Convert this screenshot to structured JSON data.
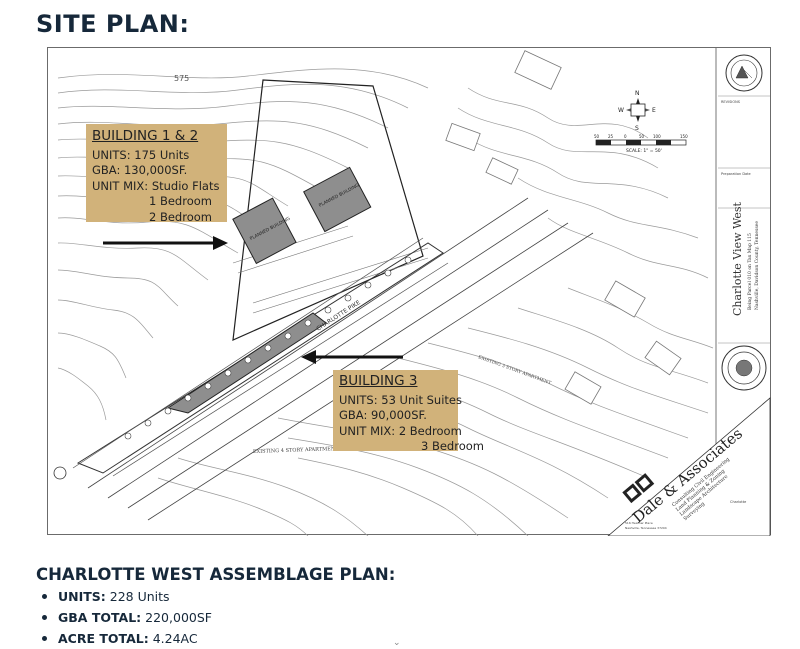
{
  "page": {
    "title": "SITE PLAN:"
  },
  "site_plan": {
    "contour_label": "575",
    "north_arrow_letters": {
      "n": "N",
      "e": "E",
      "s": "S",
      "w": "W"
    },
    "scale_label": "SCALE: 1\" = 50'",
    "scale_ticks": [
      "50",
      "25",
      "0",
      "50",
      "100",
      "150"
    ],
    "road_labels": {
      "charlotte_pike": "CHARLOTTE PIKE",
      "existing_apartment": "EXISTING 4 STORY APARTMENT",
      "existing_apartment_right": "EXISTING 3 STORY APARTMENT"
    },
    "building_labels": {
      "b1": "PLANNED BUILDING",
      "b2": "PLANNED BUILDING"
    },
    "callout_b12": {
      "title": "BUILDING 1 & 2",
      "units": "UNITS: 175 Units",
      "gba": "GBA: 130,000SF.",
      "mix": "UNIT MIX: Studio Flats",
      "mix_2": "1 Bedroom",
      "mix_3": "2 Bedroom"
    },
    "callout_b3": {
      "title": "BUILDING 3",
      "units": "UNITS: 53 Unit Suites",
      "gba": "GBA: 90,000SF.",
      "mix": "UNIT MIX: 2 Bedroom",
      "mix_2": "3 Bedroom"
    },
    "title_block": {
      "project_name": "Charlotte View West",
      "project_sub_1": "Being Parcel 010 on Tax Map 115",
      "project_sub_2": "Nashville, Davidson County, Tennessee",
      "firm_name": "Dale & Associates",
      "firm_services_1": "Consulting Civil Engineering",
      "firm_services_2": "Land Planning & Zoning",
      "firm_services_3": "Landscape Architecture",
      "firm_services_4": "Surveying",
      "revision_label": "REVISIONS",
      "prep_date": "Preparation Date",
      "sheet_label": "Charlotte",
      "address_1": "516 Heather Place",
      "address_2": "Nashville, Tennessee 37204"
    },
    "colors": {
      "callout_fill": "#d1b27a",
      "building_fill": "#8e8e8e",
      "arrow": "#111111"
    }
  },
  "summary": {
    "title": "CHARLOTTE WEST ASSEMBLAGE PLAN:",
    "items": [
      {
        "label": "UNITS:",
        "value": "228 Units"
      },
      {
        "label": "GBA TOTAL:",
        "value": "220,000SF"
      },
      {
        "label": "ACRE TOTAL:",
        "value": "4.24AC"
      }
    ]
  }
}
